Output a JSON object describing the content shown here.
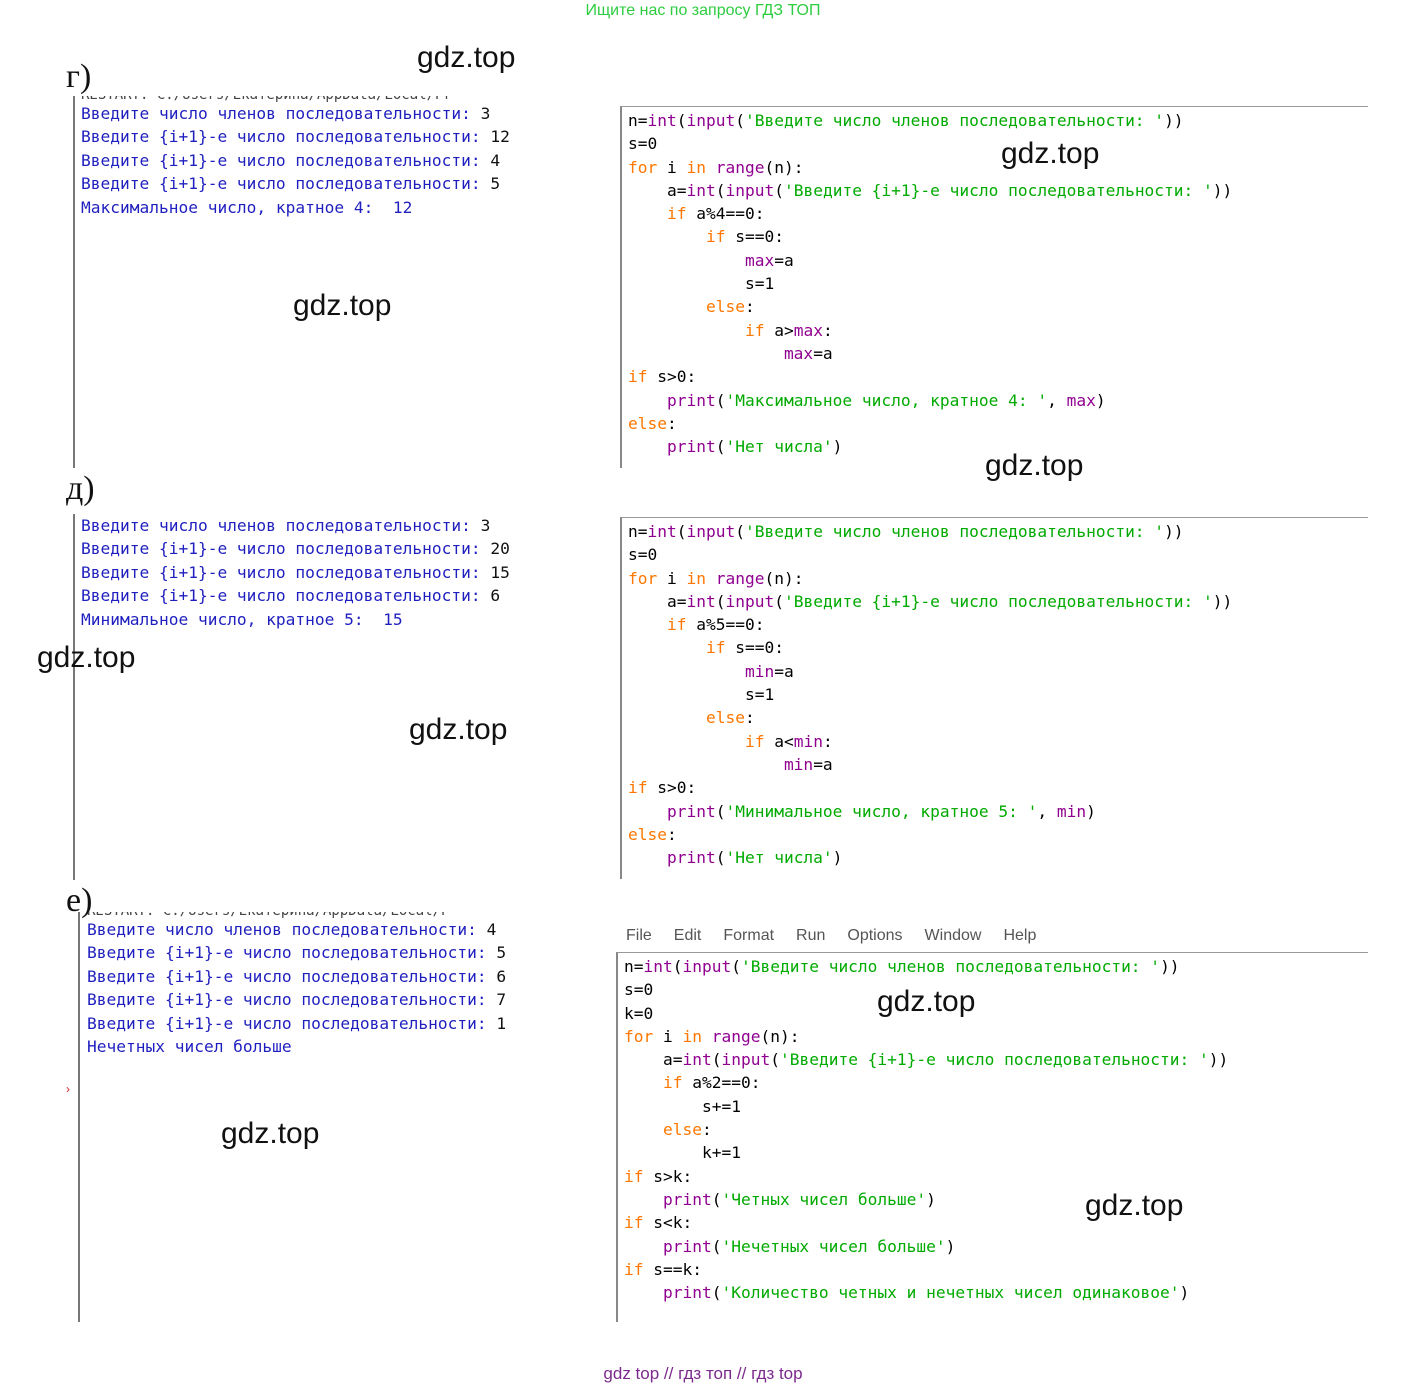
{
  "banner": "Ищите нас по запросу ГДЗ ТОП",
  "watermark": "gdz.top",
  "footer": "gdz top  //  гдз топ  //  гдз top",
  "sections": [
    {
      "letter": "г)",
      "shell_header": "RESTART: C:/Users/Екатерина/AppData/Local/Pr",
      "shell": [
        {
          "text": "Введите число членов последовательности: ",
          "value": "3"
        },
        {
          "text": "Введите {i+1}-е число последовательности: ",
          "value": "12"
        },
        {
          "text": "Введите {i+1}-е число последовательности: ",
          "value": "4"
        },
        {
          "text": "Введите {i+1}-е число последовательности: ",
          "value": "5"
        },
        {
          "text": "Максимальное число, кратное 4:  12",
          "value": ""
        }
      ],
      "code": [
        [
          [
            "",
            "n="
          ],
          [
            "bi",
            "int"
          ],
          [
            "",
            "("
          ],
          [
            "bi",
            "input"
          ],
          [
            "",
            "("
          ],
          [
            "st",
            "'Введите число членов последовательности: '"
          ],
          [
            "",
            "))"
          ]
        ],
        [
          [
            "",
            "s=0"
          ]
        ],
        [
          [
            "kw",
            "for"
          ],
          [
            "",
            " i "
          ],
          [
            "kw",
            "in"
          ],
          [
            "",
            " "
          ],
          [
            "bi",
            "range"
          ],
          [
            "",
            "(n):"
          ]
        ],
        [
          [
            "",
            "    a="
          ],
          [
            "bi",
            "int"
          ],
          [
            "",
            "("
          ],
          [
            "bi",
            "input"
          ],
          [
            "",
            "("
          ],
          [
            "st",
            "'Введите {i+1}-е число последовательности: '"
          ],
          [
            "",
            "))"
          ]
        ],
        [
          [
            "",
            "    "
          ],
          [
            "kw",
            "if"
          ],
          [
            "",
            " a%4==0:"
          ]
        ],
        [
          [
            "",
            "        "
          ],
          [
            "kw",
            "if"
          ],
          [
            "",
            " s==0:"
          ]
        ],
        [
          [
            "",
            "            "
          ],
          [
            "bi",
            "max"
          ],
          [
            "",
            "=a"
          ]
        ],
        [
          [
            "",
            "            s=1"
          ]
        ],
        [
          [
            "",
            "        "
          ],
          [
            "kw",
            "else"
          ],
          [
            "",
            ":"
          ]
        ],
        [
          [
            "",
            "            "
          ],
          [
            "kw",
            "if"
          ],
          [
            "",
            " a>"
          ],
          [
            "bi",
            "max"
          ],
          [
            "",
            ":"
          ]
        ],
        [
          [
            "",
            "                "
          ],
          [
            "bi",
            "max"
          ],
          [
            "",
            "=a"
          ]
        ],
        [
          [
            "kw",
            "if"
          ],
          [
            "",
            " s>0:"
          ]
        ],
        [
          [
            "",
            "    "
          ],
          [
            "bi",
            "print"
          ],
          [
            "",
            "("
          ],
          [
            "st",
            "'Максимальное число, кратное 4: '"
          ],
          [
            "",
            ", "
          ],
          [
            "bi",
            "max"
          ],
          [
            "",
            ")"
          ]
        ],
        [
          [
            "kw",
            "else"
          ],
          [
            "",
            ":"
          ]
        ],
        [
          [
            "",
            "    "
          ],
          [
            "bi",
            "print"
          ],
          [
            "",
            "("
          ],
          [
            "st",
            "'Нет числа'"
          ],
          [
            "",
            ")"
          ]
        ]
      ]
    },
    {
      "letter": "д)",
      "shell_header": "",
      "shell": [
        {
          "text": "Введите число членов последовательности: ",
          "value": "3"
        },
        {
          "text": "Введите {i+1}-е число последовательности: ",
          "value": "20"
        },
        {
          "text": "Введите {i+1}-е число последовательности: ",
          "value": "15"
        },
        {
          "text": "Введите {i+1}-е число последовательности: ",
          "value": "6"
        },
        {
          "text": "Минимальное число, кратное 5:  15",
          "value": ""
        }
      ],
      "code": [
        [
          [
            "",
            "n="
          ],
          [
            "bi",
            "int"
          ],
          [
            "",
            "("
          ],
          [
            "bi",
            "input"
          ],
          [
            "",
            "("
          ],
          [
            "st",
            "'Введите число членов последовательности: '"
          ],
          [
            "",
            "))"
          ]
        ],
        [
          [
            "",
            "s=0"
          ]
        ],
        [
          [
            "kw",
            "for"
          ],
          [
            "",
            " i "
          ],
          [
            "kw",
            "in"
          ],
          [
            "",
            " "
          ],
          [
            "bi",
            "range"
          ],
          [
            "",
            "(n):"
          ]
        ],
        [
          [
            "",
            "    a="
          ],
          [
            "bi",
            "int"
          ],
          [
            "",
            "("
          ],
          [
            "bi",
            "input"
          ],
          [
            "",
            "("
          ],
          [
            "st",
            "'Введите {i+1}-е число последовательности: '"
          ],
          [
            "",
            "))"
          ]
        ],
        [
          [
            "",
            "    "
          ],
          [
            "kw",
            "if"
          ],
          [
            "",
            " a%5==0:"
          ]
        ],
        [
          [
            "",
            "        "
          ],
          [
            "kw",
            "if"
          ],
          [
            "",
            " s==0:"
          ]
        ],
        [
          [
            "",
            "            "
          ],
          [
            "bi",
            "min"
          ],
          [
            "",
            "=a"
          ]
        ],
        [
          [
            "",
            "            s=1"
          ]
        ],
        [
          [
            "",
            "        "
          ],
          [
            "kw",
            "else"
          ],
          [
            "",
            ":"
          ]
        ],
        [
          [
            "",
            "            "
          ],
          [
            "kw",
            "if"
          ],
          [
            "",
            " a<"
          ],
          [
            "bi",
            "min"
          ],
          [
            "",
            ":"
          ]
        ],
        [
          [
            "",
            "                "
          ],
          [
            "bi",
            "min"
          ],
          [
            "",
            "=a"
          ]
        ],
        [
          [
            "kw",
            "if"
          ],
          [
            "",
            " s>0:"
          ]
        ],
        [
          [
            "",
            "    "
          ],
          [
            "bi",
            "print"
          ],
          [
            "",
            "("
          ],
          [
            "st",
            "'Минимальное число, кратное 5: '"
          ],
          [
            "",
            ", "
          ],
          [
            "bi",
            "min"
          ],
          [
            "",
            ")"
          ]
        ],
        [
          [
            "kw",
            "else"
          ],
          [
            "",
            ":"
          ]
        ],
        [
          [
            "",
            "    "
          ],
          [
            "bi",
            "print"
          ],
          [
            "",
            "("
          ],
          [
            "st",
            "'Нет числа'"
          ],
          [
            "",
            ")"
          ]
        ]
      ]
    },
    {
      "letter": "е)",
      "shell_header": "RESTART: C:/Users/Екатерина/AppData/Local/P",
      "shell": [
        {
          "text": "Введите число членов последовательности: ",
          "value": "4"
        },
        {
          "text": "Введите {i+1}-е число последовательности: ",
          "value": "5"
        },
        {
          "text": "Введите {i+1}-е число последовательности: ",
          "value": "6"
        },
        {
          "text": "Введите {i+1}-е число последовательности: ",
          "value": "7"
        },
        {
          "text": "Введите {i+1}-е число последовательности: ",
          "value": "1"
        },
        {
          "text": "Нечетных чисел больше",
          "value": ""
        }
      ],
      "menu": [
        "File",
        "Edit",
        "Format",
        "Run",
        "Options",
        "Window",
        "Help"
      ],
      "code": [
        [
          [
            "",
            "n="
          ],
          [
            "bi",
            "int"
          ],
          [
            "",
            "("
          ],
          [
            "bi",
            "input"
          ],
          [
            "",
            "("
          ],
          [
            "st",
            "'Введите число членов последовательности: '"
          ],
          [
            "",
            "))"
          ]
        ],
        [
          [
            "",
            "s=0"
          ]
        ],
        [
          [
            "",
            "k=0"
          ]
        ],
        [
          [
            "kw",
            "for"
          ],
          [
            "",
            " i "
          ],
          [
            "kw",
            "in"
          ],
          [
            "",
            " "
          ],
          [
            "bi",
            "range"
          ],
          [
            "",
            "(n):"
          ]
        ],
        [
          [
            "",
            "    a="
          ],
          [
            "bi",
            "int"
          ],
          [
            "",
            "("
          ],
          [
            "bi",
            "input"
          ],
          [
            "",
            "("
          ],
          [
            "st",
            "'Введите {i+1}-е число последовательности: '"
          ],
          [
            "",
            "))"
          ]
        ],
        [
          [
            "",
            "    "
          ],
          [
            "kw",
            "if"
          ],
          [
            "",
            " a%2==0:"
          ]
        ],
        [
          [
            "",
            "        s+=1"
          ]
        ],
        [
          [
            "",
            "    "
          ],
          [
            "kw",
            "else"
          ],
          [
            "",
            ":"
          ]
        ],
        [
          [
            "",
            "        k+=1"
          ]
        ],
        [
          [
            "kw",
            "if"
          ],
          [
            "",
            " s>k:"
          ]
        ],
        [
          [
            "",
            "    "
          ],
          [
            "bi",
            "print"
          ],
          [
            "",
            "("
          ],
          [
            "st",
            "'Четных чисел больше'"
          ],
          [
            "",
            ")"
          ]
        ],
        [
          [
            "kw",
            "if"
          ],
          [
            "",
            " s<k:"
          ]
        ],
        [
          [
            "",
            "    "
          ],
          [
            "bi",
            "print"
          ],
          [
            "",
            "("
          ],
          [
            "st",
            "'Нечетных чисел больше'"
          ],
          [
            "",
            ")"
          ]
        ],
        [
          [
            "kw",
            "if"
          ],
          [
            "",
            " s==k:"
          ]
        ],
        [
          [
            "",
            "    "
          ],
          [
            "bi",
            "print"
          ],
          [
            "",
            "("
          ],
          [
            "st",
            "'Количество четных и нечетных чисел одинаковое'"
          ],
          [
            "",
            ")"
          ]
        ]
      ]
    }
  ]
}
